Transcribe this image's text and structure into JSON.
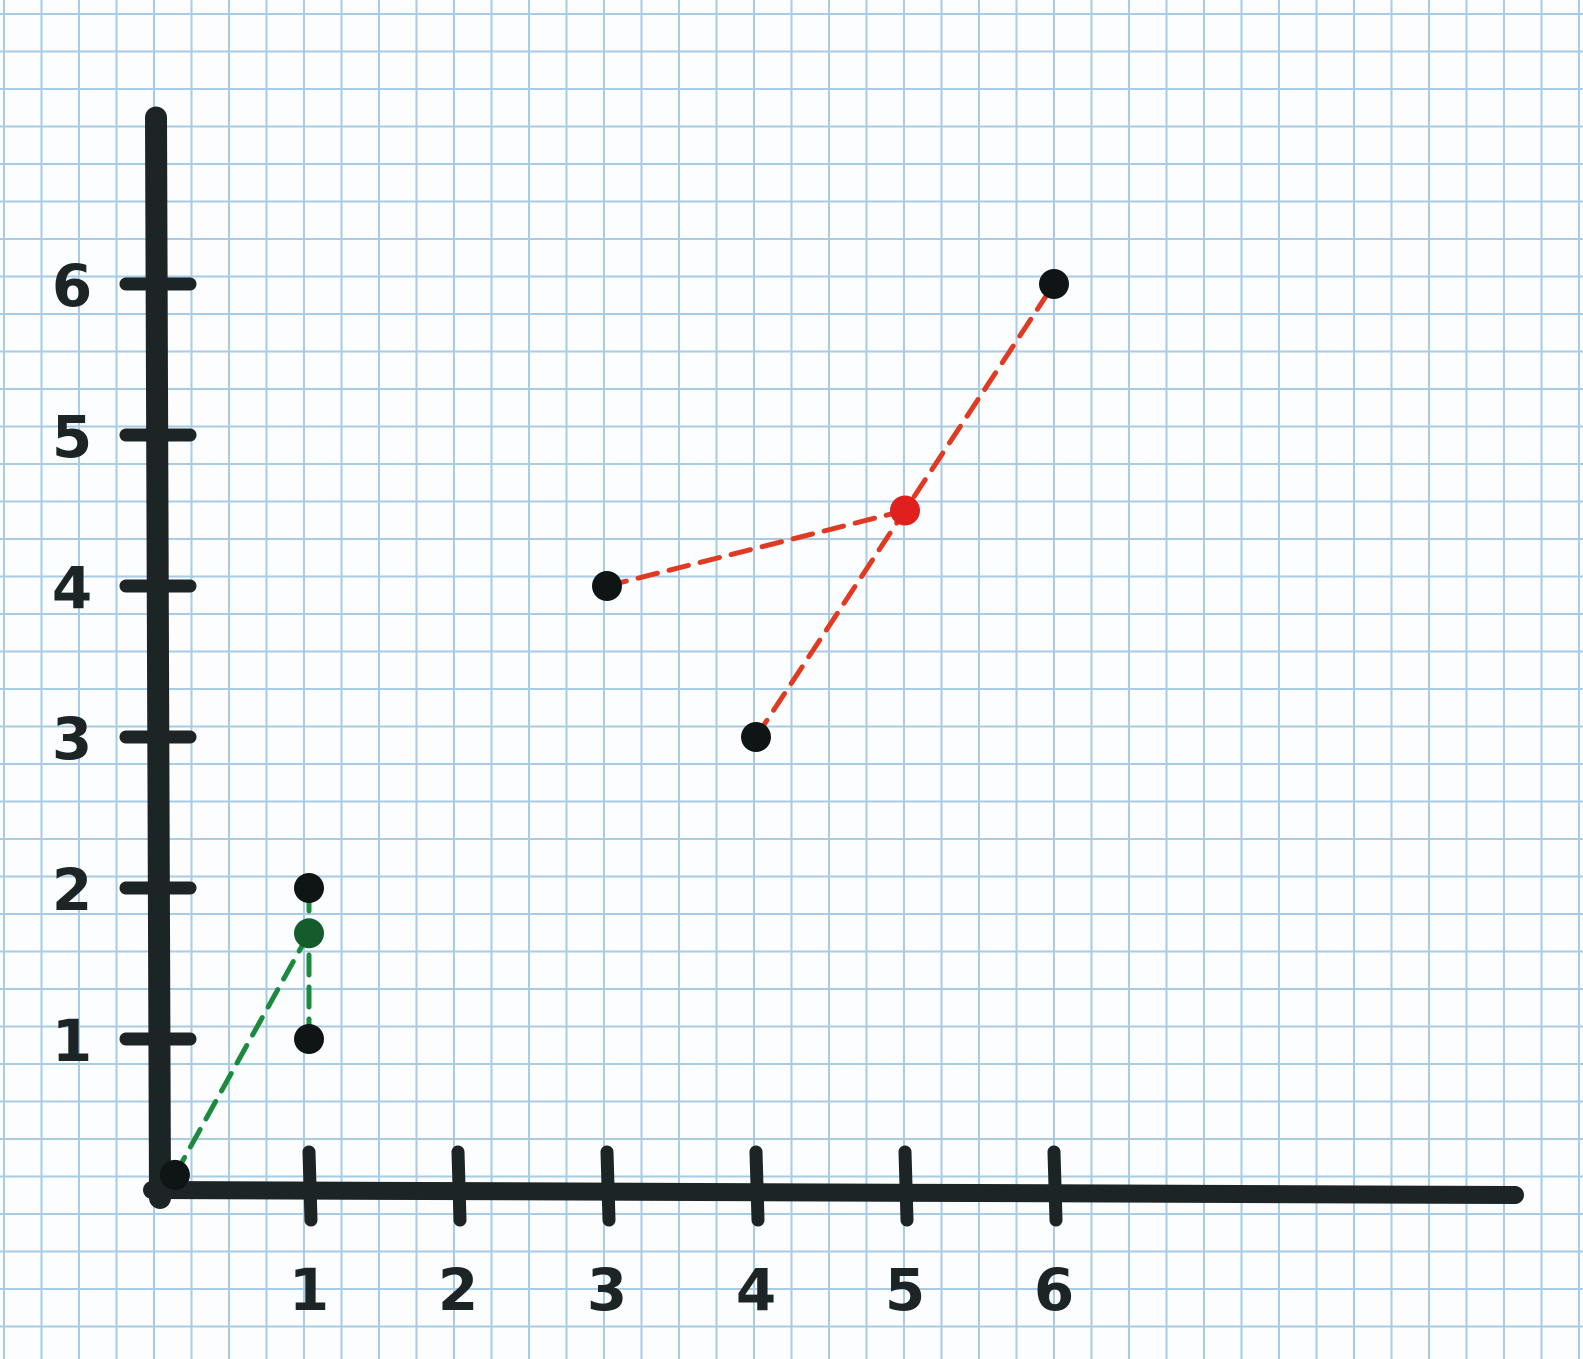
{
  "colors": {
    "grid": "#a9cbe4",
    "axis": "#1c2426",
    "point": "#0f1415",
    "green": "#1a8a3d",
    "green_point": "#145c2b",
    "red": "#e03b22",
    "red_point": "#e01f1f"
  },
  "chart_data": {
    "type": "scatter",
    "title": "",
    "xlabel": "",
    "ylabel": "",
    "xlim": [
      0,
      9
    ],
    "ylim": [
      0,
      7.5
    ],
    "grid": true,
    "x_ticks": [
      1,
      2,
      3,
      4,
      5,
      6
    ],
    "y_ticks": [
      1,
      2,
      3,
      4,
      5,
      6
    ],
    "x_tick_labels": [
      "1",
      "2",
      "3",
      "4",
      "5",
      "6"
    ],
    "y_tick_labels": [
      "1",
      "2",
      "3",
      "4",
      "5",
      "6"
    ],
    "points": [
      {
        "x": 0.1,
        "y": 0.1,
        "color": "point"
      },
      {
        "x": 1,
        "y": 1,
        "color": "point"
      },
      {
        "x": 1,
        "y": 2,
        "color": "point"
      },
      {
        "x": 3,
        "y": 4,
        "color": "point"
      },
      {
        "x": 4,
        "y": 3,
        "color": "point"
      },
      {
        "x": 6,
        "y": 6,
        "color": "point"
      },
      {
        "x": 1,
        "y": 1.7,
        "color": "green_point"
      },
      {
        "x": 5,
        "y": 4.5,
        "color": "red_point"
      }
    ],
    "dashed_lines": [
      {
        "color": "green",
        "from": [
          0.1,
          0.1
        ],
        "to": [
          1,
          1.7
        ]
      },
      {
        "color": "green",
        "from": [
          1,
          1
        ],
        "to": [
          1,
          2
        ]
      },
      {
        "color": "red",
        "from": [
          3,
          4
        ],
        "to": [
          5,
          4.5
        ]
      },
      {
        "color": "red",
        "from": [
          4,
          3
        ],
        "to": [
          6,
          6
        ]
      }
    ]
  }
}
